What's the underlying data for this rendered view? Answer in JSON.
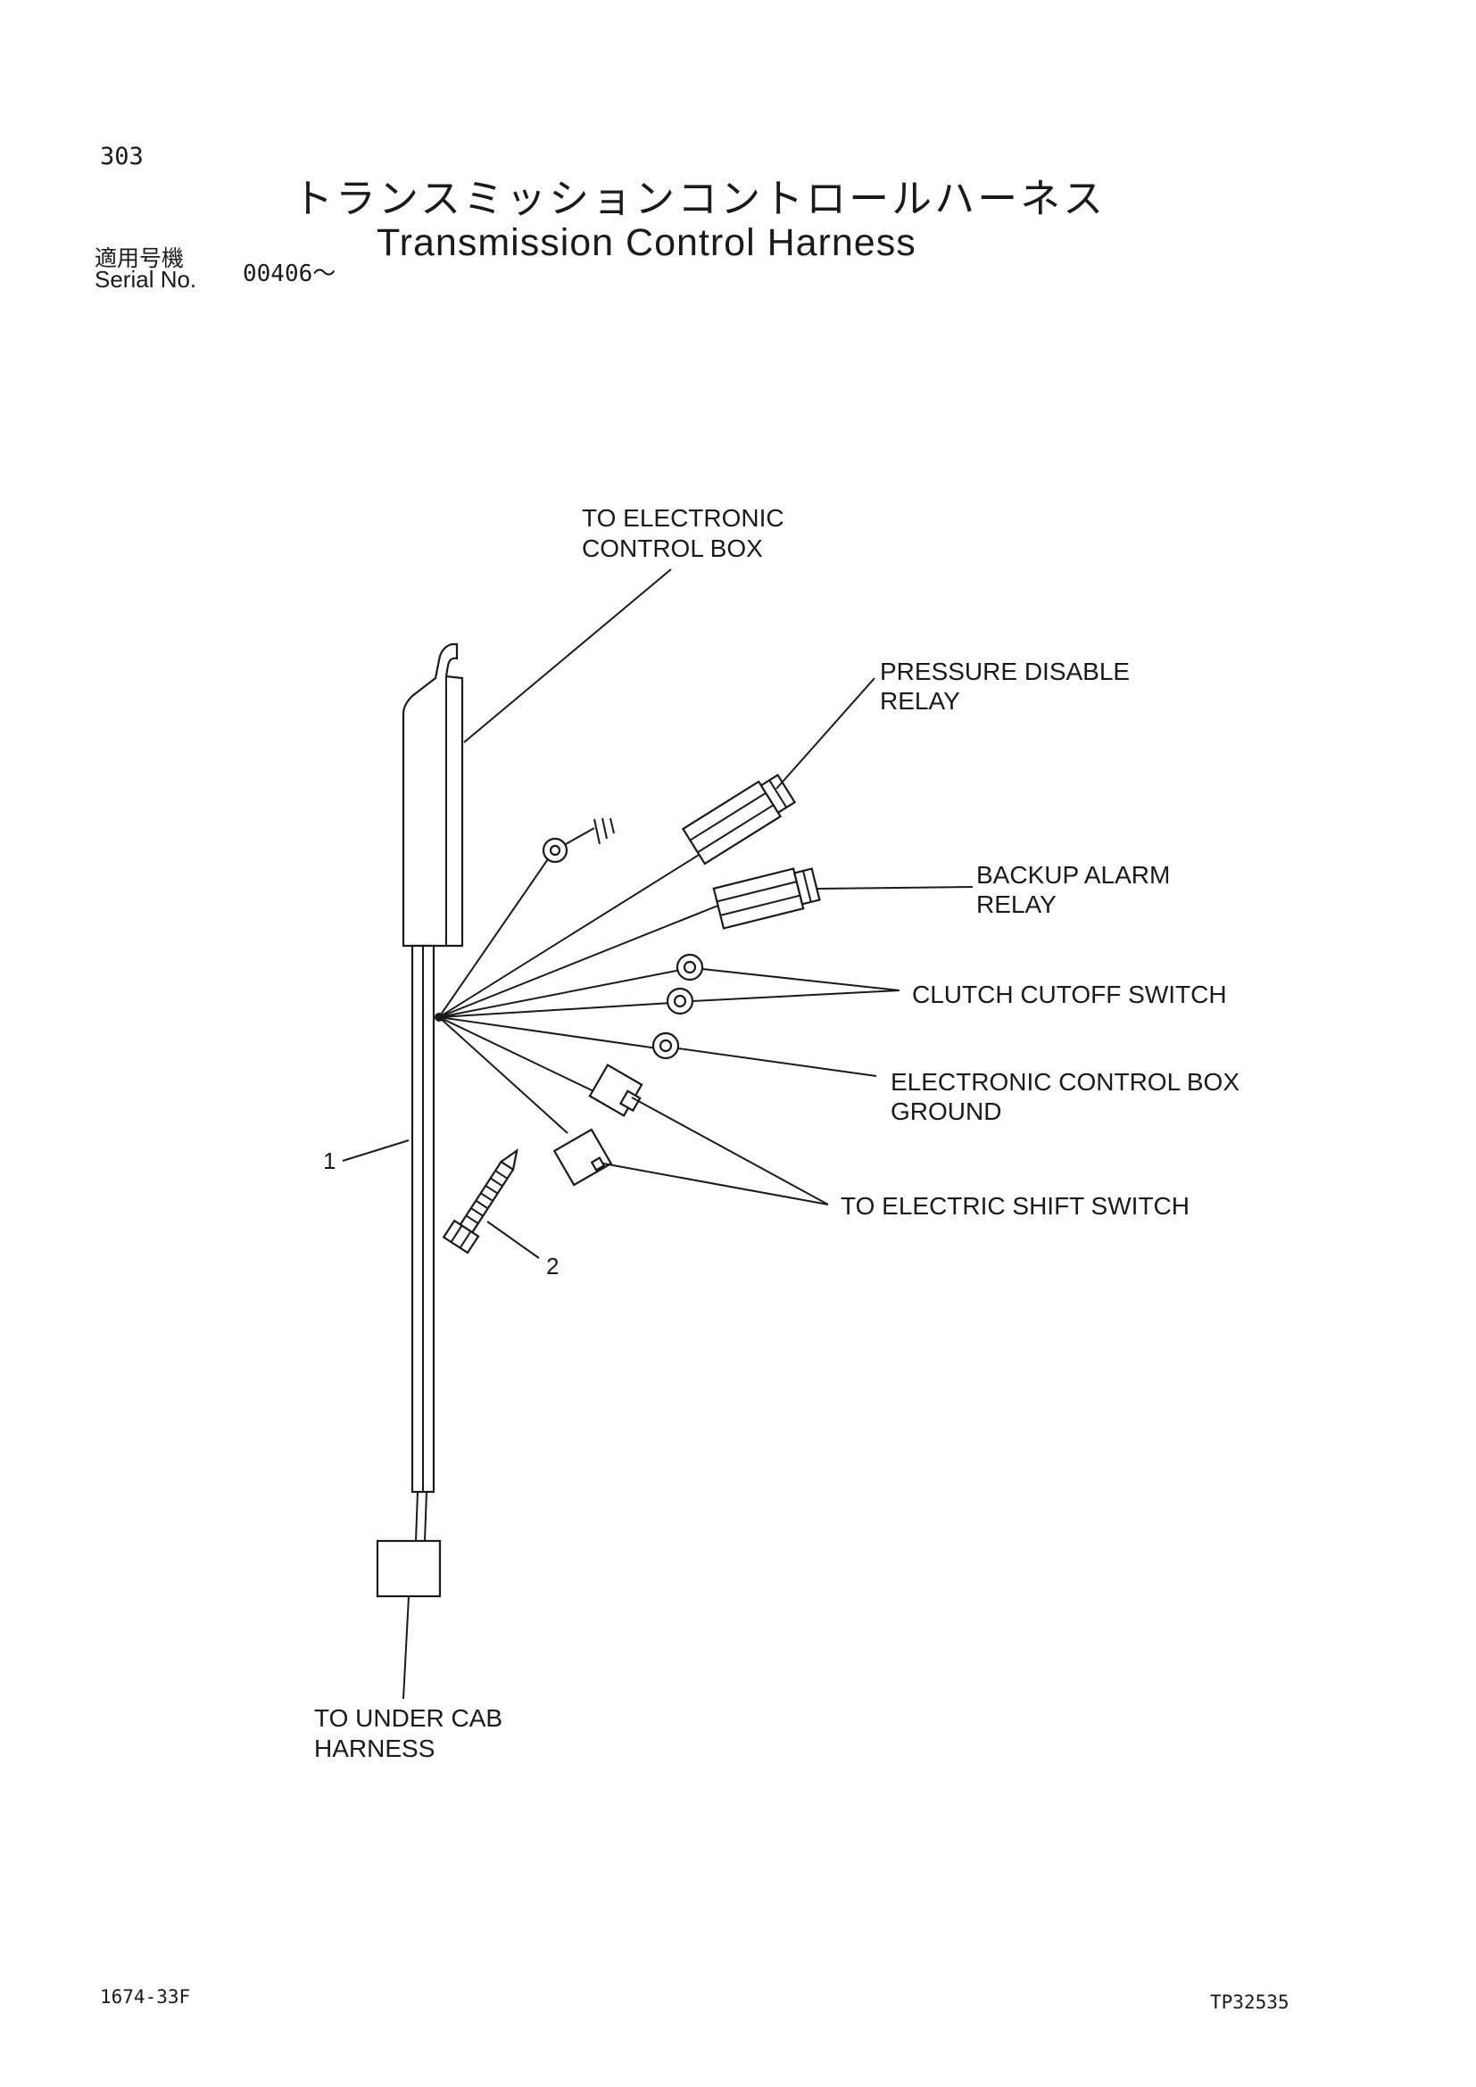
{
  "header": {
    "page_number": "303",
    "title_japanese": "トランスミッションコントロールハーネス",
    "title_english": "Transmission Control Harness",
    "serial_label_japanese": "適用号機",
    "serial_label_english": "Serial No.",
    "serial_value": "00406～"
  },
  "labels": {
    "electronic_control_box": [
      "TO ELECTRONIC",
      "CONTROL BOX"
    ],
    "pressure_disable_relay": [
      "PRESSURE DISABLE",
      "RELAY"
    ],
    "backup_alarm_relay": [
      "BACKUP ALARM",
      "RELAY"
    ],
    "clutch_cutoff_switch": "CLUTCH CUTOFF SWITCH",
    "electronic_control_box_ground": [
      "ELECTRONIC CONTROL BOX",
      "GROUND"
    ],
    "electric_shift_switch": "TO ELECTRIC SHIFT SWITCH",
    "under_cab_harness": [
      "TO UNDER CAB",
      "HARNESS"
    ]
  },
  "callouts": {
    "harness": "1",
    "cable_tie": "2"
  },
  "footer": {
    "left_code": "1674-33F",
    "right_code": "TP32535"
  }
}
